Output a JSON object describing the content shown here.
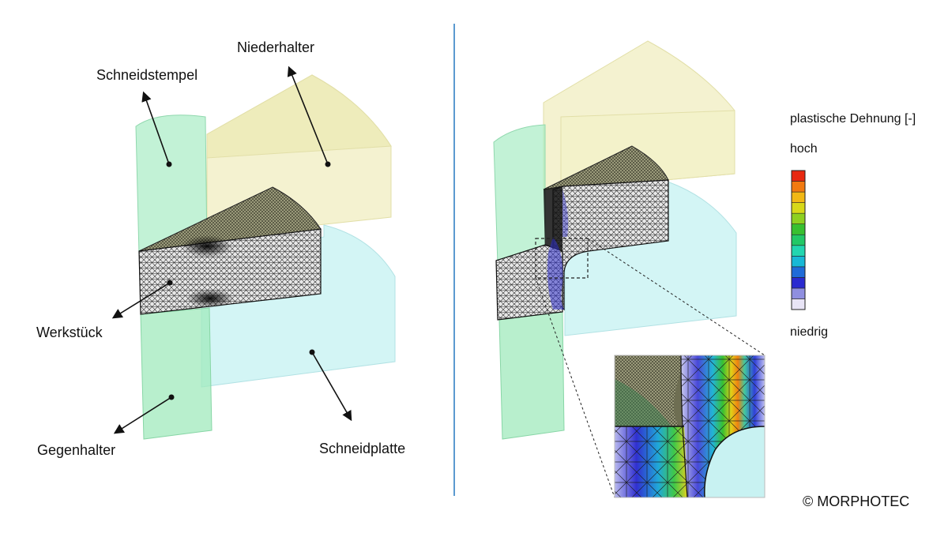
{
  "left_labels": {
    "niederhalter": "Niederhalter",
    "schneidstempel": "Schneidstempel",
    "werkstueck": "Werkstück",
    "gegenhalter": "Gegenhalter",
    "schneidplatte": "Schneidplatte"
  },
  "legend": {
    "title": "plastische Dehnung [-]",
    "high": "hoch",
    "low": "niedrig",
    "colors": [
      "#e8e4f6",
      "#8f8fe0",
      "#2a2ad0",
      "#1f6bd8",
      "#17b8d6",
      "#22d6b0",
      "#22c866",
      "#38c030",
      "#8ed020",
      "#d8d818",
      "#f2b814",
      "#f27a10",
      "#e82810"
    ]
  },
  "copyright": "© MORPHOTEC",
  "colors": {
    "stempel": "#a8ecc4",
    "niederhalter": "#f0eec0",
    "platte": "#c8f2f2",
    "divider": "#5b9ad0"
  }
}
